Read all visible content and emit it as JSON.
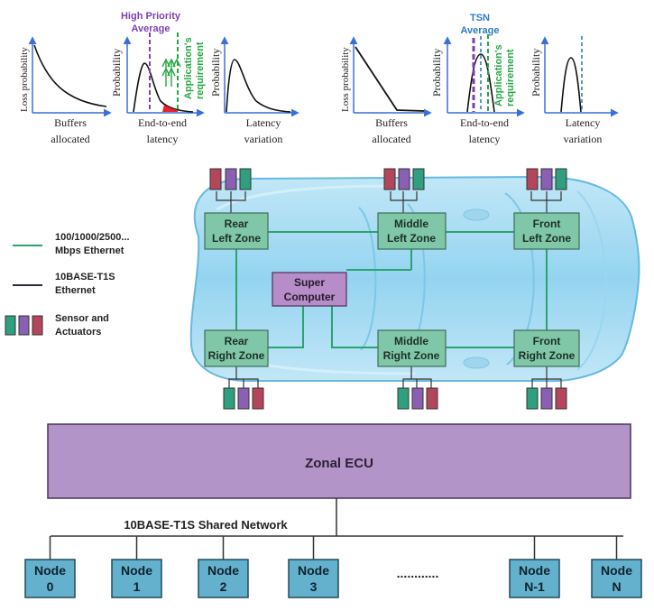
{
  "graphs": {
    "left": {
      "loss": {
        "ylabel": "Loss probability",
        "xlabel": [
          "Buffers",
          "allocated"
        ]
      },
      "latency": {
        "ylabel": "Probability",
        "xlabel": [
          "End-to-end",
          "latency"
        ],
        "avg_label": [
          "High Priority",
          "Average"
        ],
        "req_label": [
          "Application's",
          "requirement"
        ]
      },
      "variation": {
        "ylabel": "Probability",
        "xlabel": [
          "Latency",
          "variation"
        ]
      }
    },
    "right": {
      "loss": {
        "ylabel": "Loss probability",
        "xlabel": [
          "Buffers",
          "allocated"
        ]
      },
      "latency": {
        "ylabel": "Probability",
        "xlabel": [
          "End-to-end",
          "latency"
        ],
        "avg_label": [
          "TSN",
          "Average"
        ],
        "req_label": [
          "Application's",
          "requirement"
        ]
      },
      "variation": {
        "ylabel": "Probability",
        "xlabel": [
          "Latency",
          "variation"
        ]
      }
    }
  },
  "legend": {
    "ethernet": [
      "100/1000/2500...",
      "Mbps Ethernet"
    ],
    "t1s": [
      "10BASE-T1S",
      "Ethernet"
    ],
    "sensors": [
      "Sensor and",
      "Actuators"
    ]
  },
  "zones": {
    "rear_left": [
      "Rear",
      "Left Zone"
    ],
    "middle_left": [
      "Middle",
      "Left Zone"
    ],
    "front_left": [
      "Front",
      "Left Zone"
    ],
    "rear_right": [
      "Rear",
      "Right Zone"
    ],
    "middle_right": [
      "Middle",
      "Right Zone"
    ],
    "front_right": [
      "Front",
      "Right Zone"
    ],
    "super_computer": [
      "Super",
      "Computer"
    ]
  },
  "ecu": {
    "title": "Zonal ECU",
    "network_label": "10BASE-T1S Shared Network",
    "nodes": [
      {
        "line1": "Node",
        "line2": "0"
      },
      {
        "line1": "Node",
        "line2": "1"
      },
      {
        "line1": "Node",
        "line2": "2"
      },
      {
        "line1": "Node",
        "line2": "3"
      },
      {
        "line1": "Node",
        "line2": "N-1"
      },
      {
        "line1": "Node",
        "line2": "N"
      }
    ],
    "ellipsis": "............"
  },
  "colors": {
    "zone_fill": "#7fc7a6",
    "zone_stroke": "#3d6e5b",
    "computer_fill": "#b68dc8",
    "ecu_fill": "#b394c8",
    "node_fill": "#64b1ce",
    "eth_green": "#2aa36e",
    "purple_line": "#7d3fb5",
    "green_dash": "#27a844",
    "blue_dash": "#2f7cc3",
    "axis_blue": "#3a6fd8",
    "sensor_red": "#b4465b",
    "sensor_purple": "#8b5fb4",
    "sensor_green": "#2f9f7f",
    "car_fill": "#a9dcf3"
  }
}
